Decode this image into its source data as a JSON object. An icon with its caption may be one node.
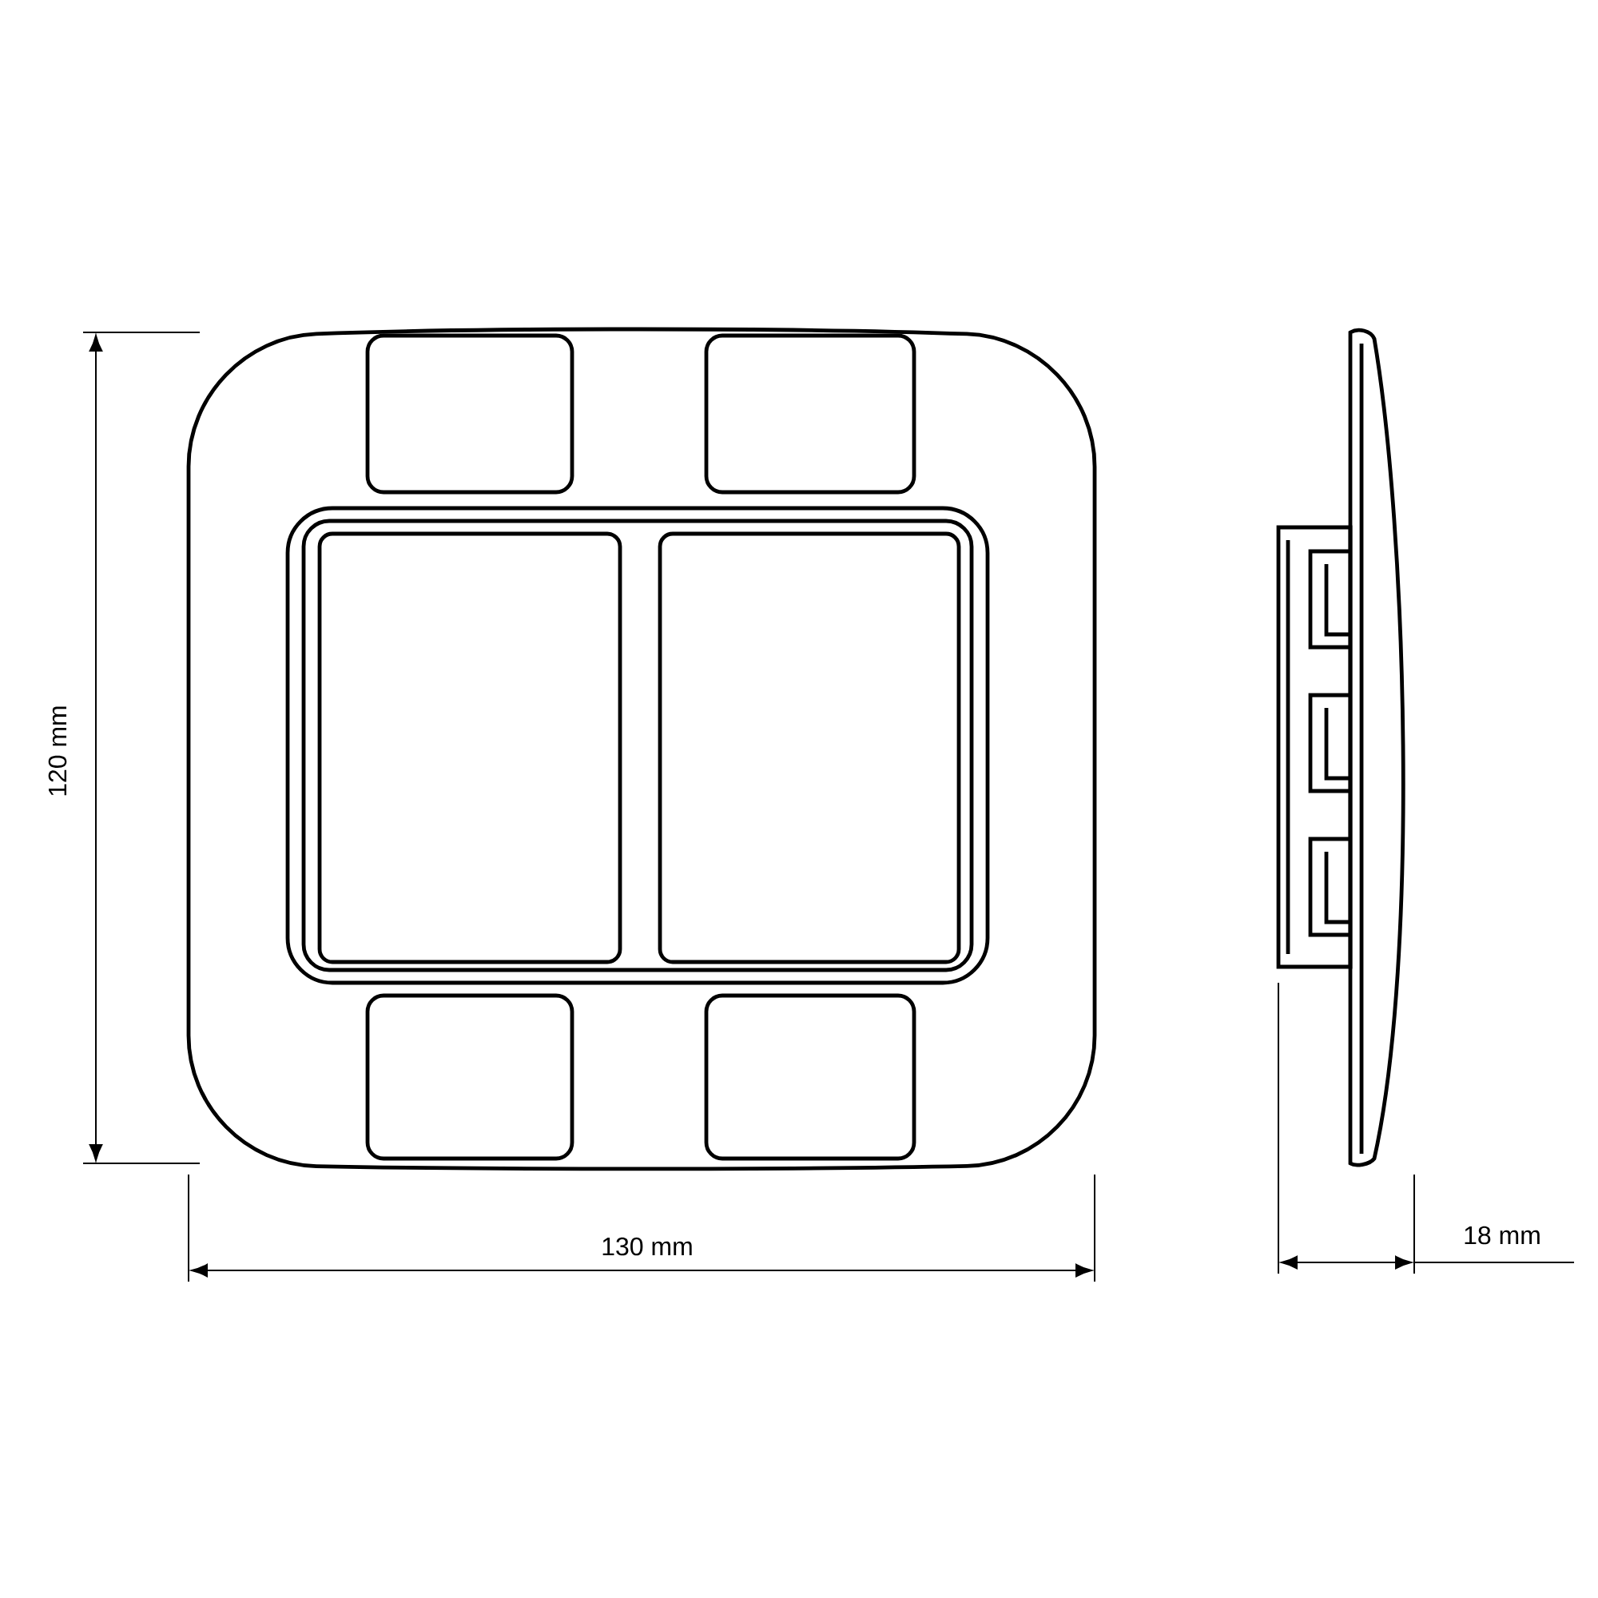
{
  "diagram": {
    "labels": [
      "120 mm",
      "130 mm",
      "18 mm"
    ]
  }
}
